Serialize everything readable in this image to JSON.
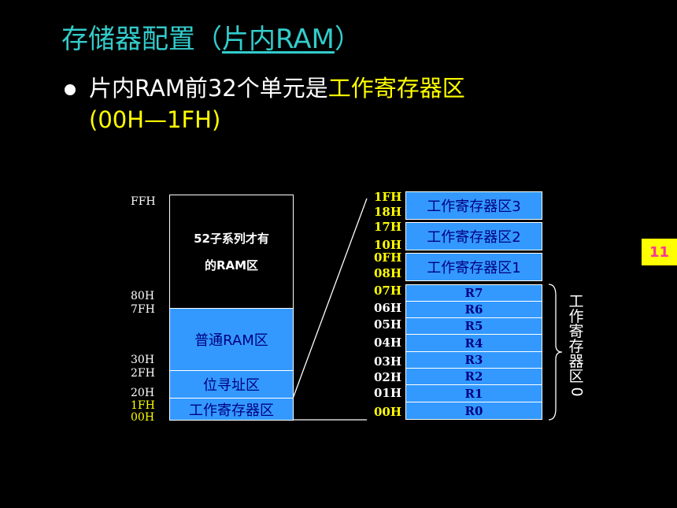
{
  "title": {
    "prefix": "存储器配置（",
    "underlined": "片内RAM",
    "suffix": "）"
  },
  "bullet": {
    "text_white": "片内RAM前32个单元是",
    "text_yellow": "工作寄存器区",
    "line2": "(00H—1FH)"
  },
  "left_memory": {
    "blocks": [
      {
        "label_line1": "52子系列才有",
        "label_line2": "的RAM区"
      },
      {
        "label": "普通RAM区"
      },
      {
        "label": "位寻址区"
      },
      {
        "label": "工作寄存器区"
      }
    ],
    "addresses": [
      "FFH",
      "80H",
      "7FH",
      "30H",
      "2FH",
      "20H",
      "1FH",
      "00H"
    ]
  },
  "right_memory": {
    "banks": [
      {
        "label": "工作寄存器区3",
        "top": "1FH",
        "bottom": "18H"
      },
      {
        "label": "工作寄存器区2",
        "top": "17H",
        "bottom": "10H"
      },
      {
        "label": "工作寄存器区1",
        "top": "0FH",
        "bottom": "08H"
      }
    ],
    "registers": [
      {
        "name": "R7",
        "addr": "07H"
      },
      {
        "name": "R6",
        "addr": "06H"
      },
      {
        "name": "R5",
        "addr": "05H"
      },
      {
        "name": "R4",
        "addr": "04H"
      },
      {
        "name": "R3",
        "addr": "03H"
      },
      {
        "name": "R2",
        "addr": "02H"
      },
      {
        "name": "R1",
        "addr": "01H"
      },
      {
        "name": "R0",
        "addr": "00H"
      }
    ],
    "bank0_label_chars": [
      "工",
      "作",
      "寄",
      "存",
      "器",
      "区",
      "0"
    ]
  },
  "page_number": "11",
  "colors": {
    "title": "#33cccc",
    "highlight": "#ffff00",
    "block_fill": "#3399ff",
    "block_text": "#000080",
    "badge_text": "#ff3399"
  }
}
